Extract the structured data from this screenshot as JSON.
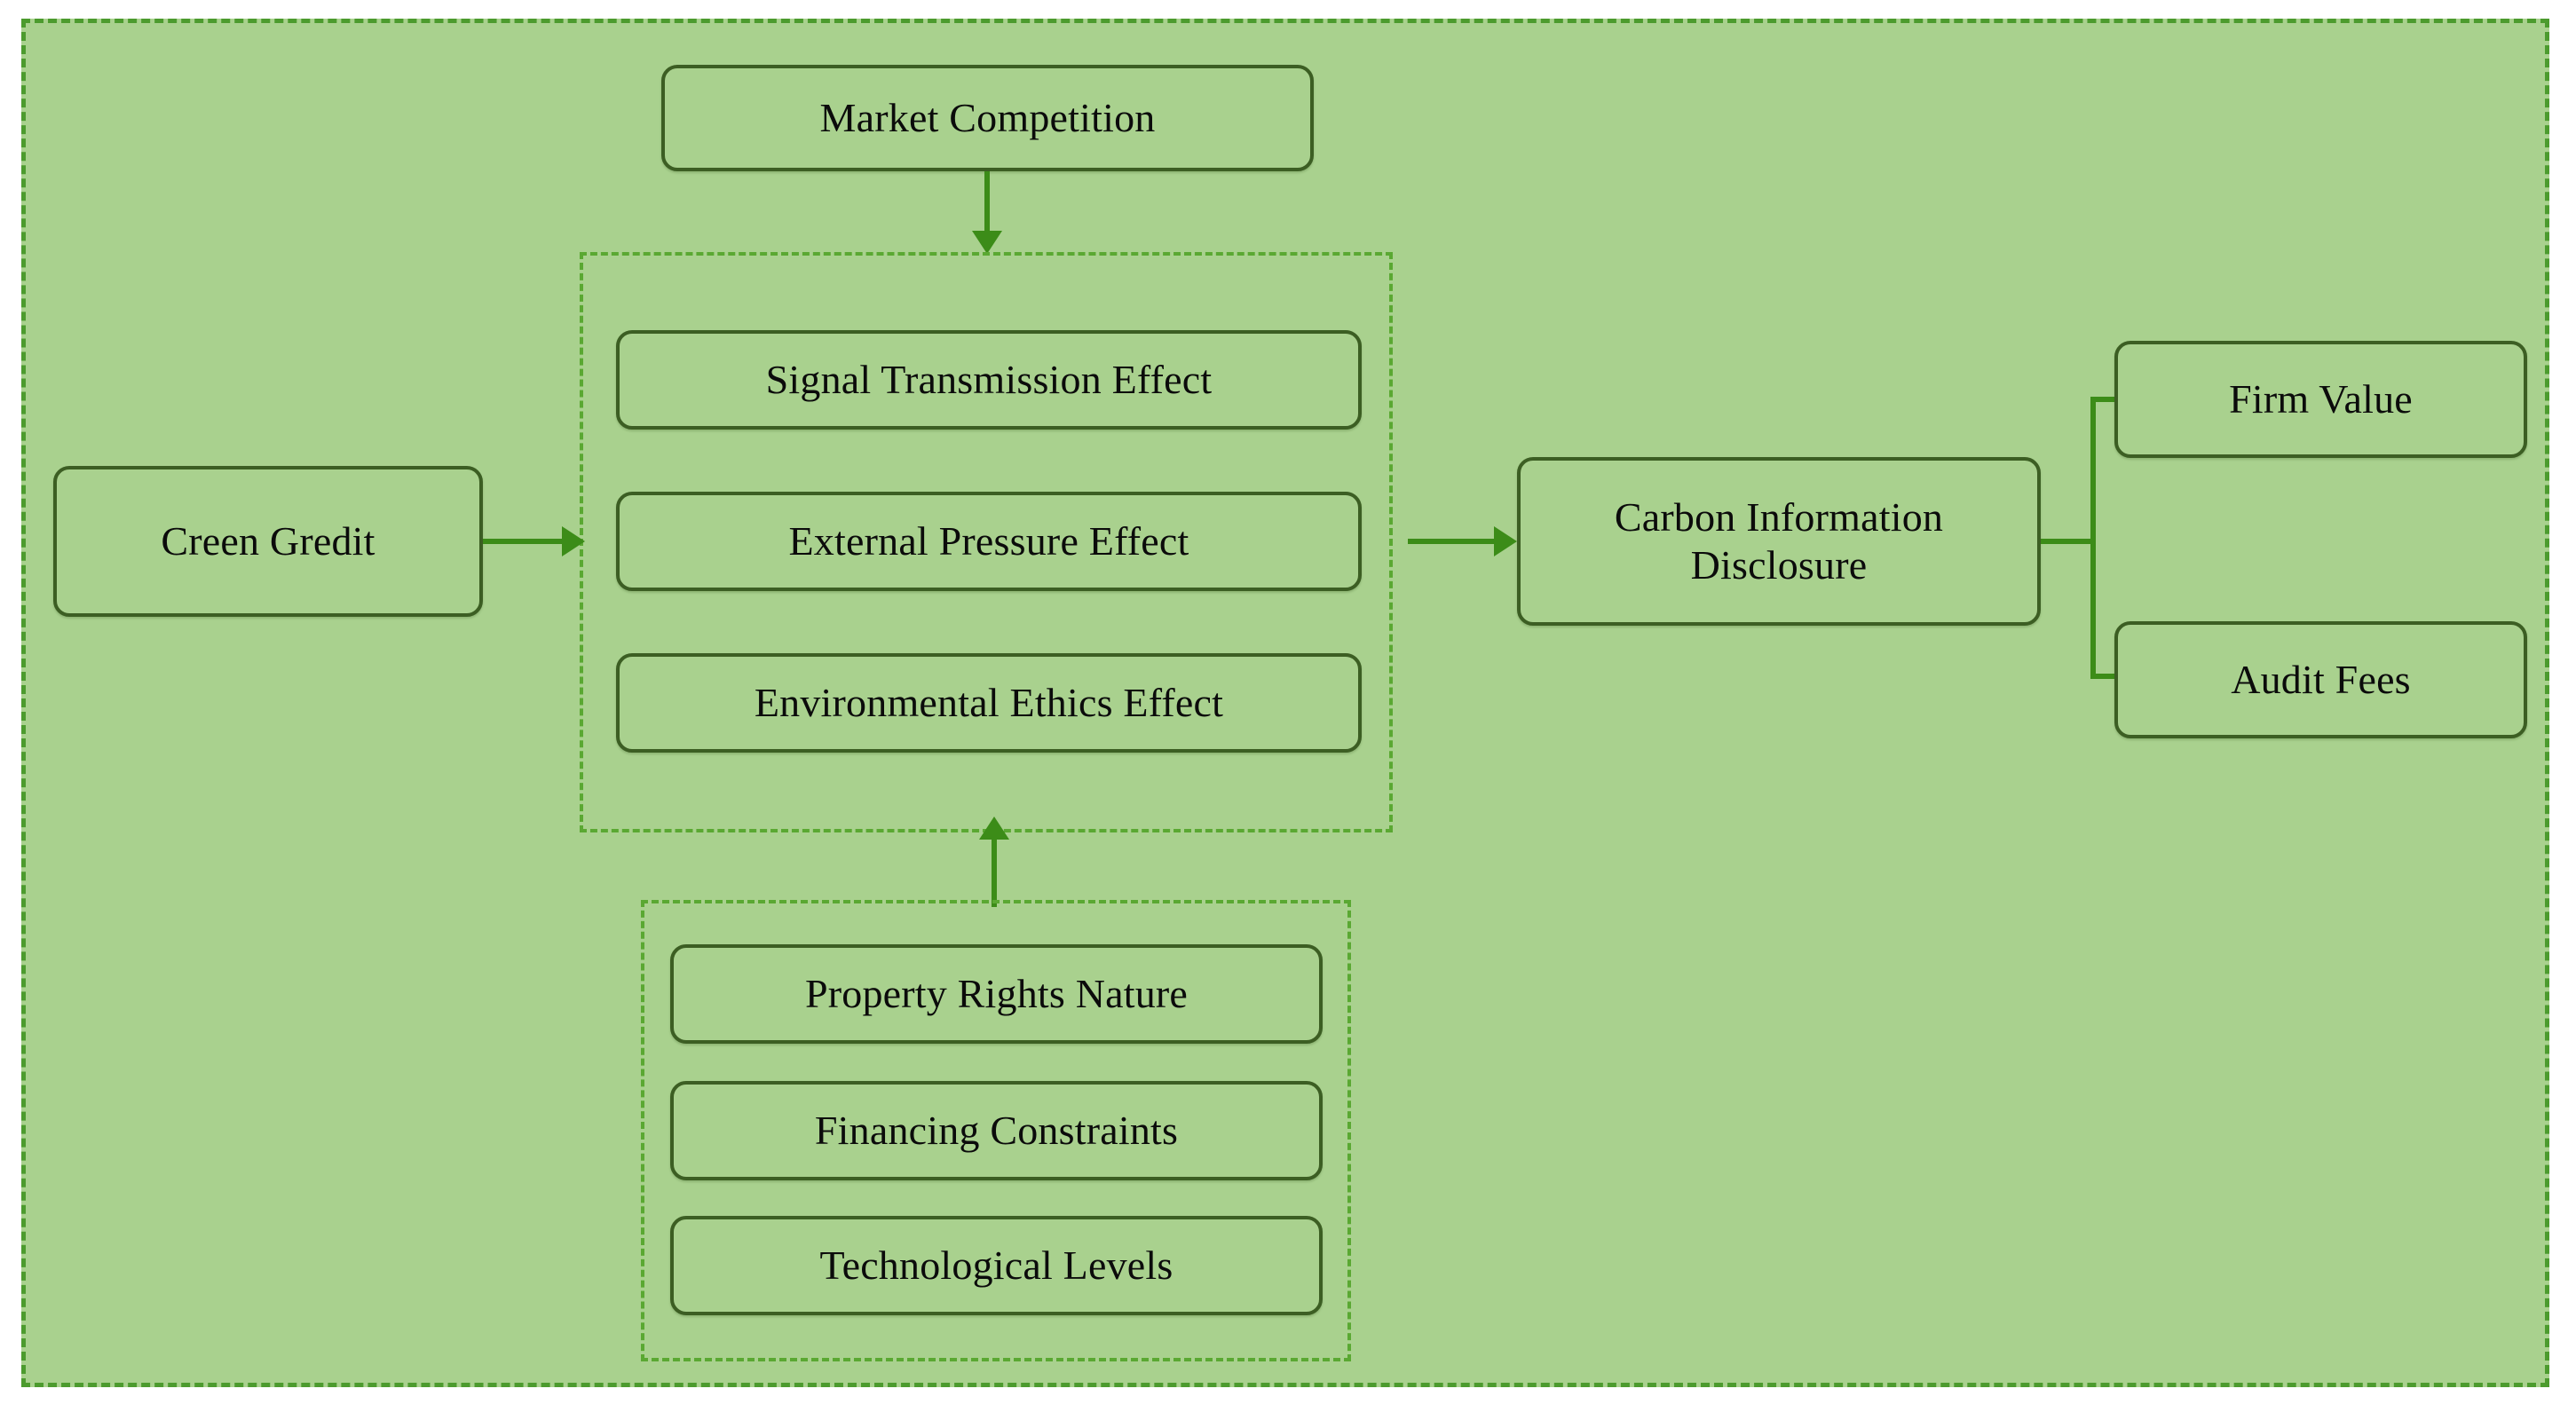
{
  "diagram": {
    "type": "flowchart",
    "title": "",
    "background_color": "#a9d18e",
    "frame_border_color": "#4c9b2e",
    "group_border_color": "#5aa832",
    "node_border_color": "#3c5e23",
    "arrow_color": "#3c8c18",
    "text_color": "#0b0b0b"
  },
  "nodes": {
    "market_competition": "Market Competition",
    "green_credit": "Creen Gredit",
    "signal_transmission": "Signal Transmission Effect",
    "external_pressure": "External Pressure Effect",
    "environmental_ethics": "Environmental Ethics Effect",
    "carbon_information_disclosure_line1": "Carbon Information",
    "carbon_information_disclosure_line2": "Disclosure",
    "property_rights": "Property Rights Nature",
    "financing_constraints": "Financing Constraints",
    "technological_levels": "Technological Levels",
    "firm_value": "Firm Value",
    "audit_fees": "Audit Fees"
  },
  "groups": {
    "mechanisms_group": "",
    "moderators_group": ""
  },
  "edges": [
    {
      "from": "market_competition",
      "to": "mechanisms_group",
      "direction": "down"
    },
    {
      "from": "green_credit",
      "to": "mechanisms_group",
      "direction": "right"
    },
    {
      "from": "mechanisms_group",
      "to": "carbon_information_disclosure",
      "direction": "right"
    },
    {
      "from": "moderators_group",
      "to": "mechanisms_group",
      "direction": "up"
    },
    {
      "from": "carbon_information_disclosure",
      "to": "firm_value",
      "direction": "right"
    },
    {
      "from": "carbon_information_disclosure",
      "to": "audit_fees",
      "direction": "right"
    }
  ]
}
